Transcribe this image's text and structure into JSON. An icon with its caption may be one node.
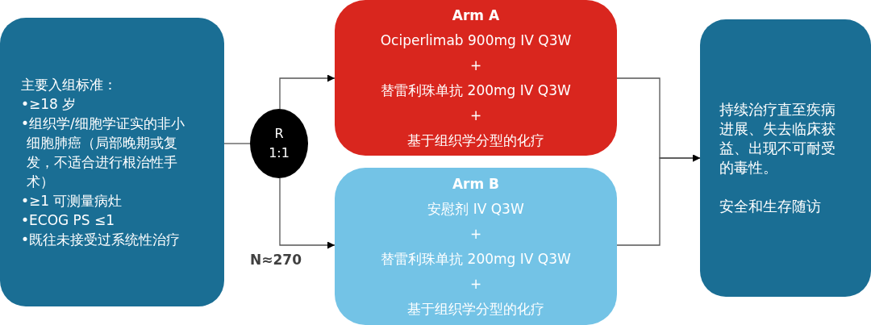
{
  "diagram": {
    "nodes": [
      {
        "text": [
          "主要入组标准：",
          "•≥18 岁",
          "•组织学/细胞学证实的非小细胞肺癌（局部晚期或复发，不适合进行根治性手术）",
          "•≥1 可测量病灶",
          "•ECOG PS ≤1",
          "•既往未接受过系统性治疗"
        ]
      },
      {
        "text": [
          "R 1:1"
        ]
      },
      {
        "text": [
          "Arm A",
          "Ociperlimab 900mg IV Q3W",
          "+",
          "替雷利珠单抗 200mg IV Q3W",
          "+",
          "基于组织学分型的化疗"
        ]
      },
      {
        "text": [
          "Arm B",
          "安慰剂 IV Q3W",
          "+",
          "替雷利珠单抗 200mg IV Q3W",
          "+",
          "基于组织学分型的化疗"
        ]
      },
      {
        "text": [
          "持续治疗直至疾病进展、失去临床获益、出现不可耐受的毒性。",
          "安全和生存随访"
        ]
      }
    ],
    "edges": [
      {
        "from": 0,
        "to": 1,
        "arrow": "none"
      },
      {
        "from": 1,
        "to": 2,
        "arrow": "to"
      },
      {
        "from": 1,
        "to": 3,
        "arrow": "to"
      },
      {
        "from": 2,
        "to": 4,
        "arrow": "to"
      },
      {
        "from": 3,
        "to": 4,
        "arrow": "to"
      }
    ],
    "labels": [
      "N≈270"
    ]
  }
}
